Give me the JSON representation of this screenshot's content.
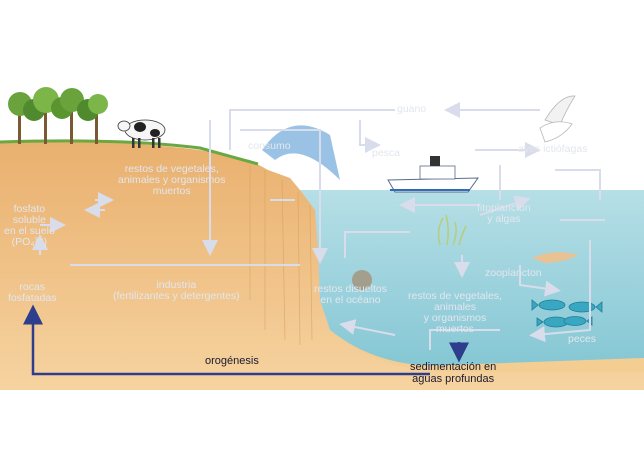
{
  "labels": {
    "guano": "guano",
    "aves": "aves ictiófagas",
    "pesca": "pesca",
    "consumo": "consumo",
    "fitoplancton_1": "fitoplancton",
    "fitoplancton_2": "y algas",
    "zooplancton": "zooplancton",
    "peces": "peces",
    "restos_tierra_1": "restos de vegetales,",
    "restos_tierra_2": "animales y organismos",
    "restos_tierra_3": "muertos",
    "fosfato_1": "fosfato",
    "fosfato_2": "soluble",
    "fosfato_3": "en el suelo",
    "fosfato_4": "(PO₄³⁻)",
    "rocas_1": "rocas",
    "rocas_2": "fosfatadas",
    "industria_1": "industria",
    "industria_2": "(fertilizantes y detergentes)",
    "disueltos_1": "restos disueltos",
    "disueltos_2": "en el océano",
    "restos_mar_1": "restos de vegetales,",
    "restos_mar_2": "animales",
    "restos_mar_3": "y organismos",
    "restos_mar_4": "muertos",
    "orogenesis": "orogénesis",
    "sedimentacion_1": "sedimentación en",
    "sedimentacion_2": "aguas profundas"
  },
  "colors": {
    "sea": "#9fd3dd",
    "sand": "#f1c98c",
    "soil": "#e9b87a",
    "arrow_strong": "#2c3e8c",
    "arrow_faint": "#d9dcea"
  }
}
